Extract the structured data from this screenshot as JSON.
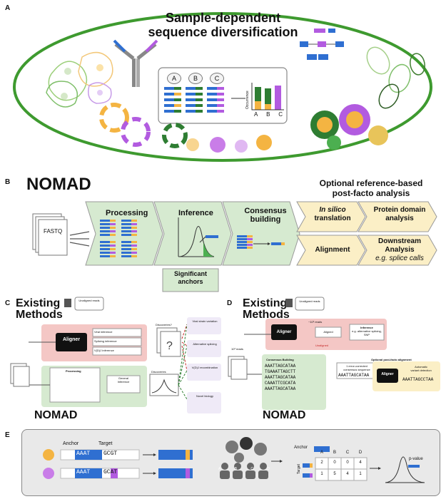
{
  "panelA": {
    "letter": "A",
    "title_line1": "Sample-dependent",
    "title_line2": "sequence diversification",
    "box_labels": [
      "A",
      "B",
      "C"
    ],
    "axis_label": "Occurrence",
    "bar_categories": [
      "A",
      "B",
      "C"
    ]
  },
  "panelB": {
    "letter": "B",
    "title": "NOMAD",
    "optional_title_line1": "Optional reference-based",
    "optional_title_line2": "post-facto analysis",
    "fastq": "FASTQ",
    "steps": [
      "Processing",
      "Inference",
      "Consensus",
      "building"
    ],
    "significant_line1": "Significant",
    "significant_line2": "anchors",
    "opt_insilico_em": "In silico",
    "opt_insilico_rest": "translation",
    "opt_protein_line1": "Protein domain",
    "opt_protein_line2": "analysis",
    "opt_alignment": "Alignment",
    "opt_downstream_line1": "Downstream",
    "opt_downstream_line2": "Analysis",
    "opt_downstream_line3": "e.g. splice calls"
  },
  "panelC": {
    "letter": "C",
    "existing_line1": "Existing",
    "existing_line2": "Methods",
    "unaligned": "Unaligned reads",
    "aligner": "Aligner",
    "inferences": [
      "Viral inference",
      "Splicing inference",
      "V(D)J inference"
    ],
    "discoveries_q": "Discoveries?",
    "processing": "Processing",
    "general_line1": "General",
    "general_line2": "Inference",
    "discoveries": "Discoveries",
    "nomad": "NOMAD",
    "outcomes": [
      "Viral strain variation",
      "Alternative splicing",
      "V(D)J recombination",
      "Novel biology"
    ]
  },
  "panelD": {
    "letter": "D",
    "existing_line1": "Existing",
    "existing_line2": "Methods",
    "unaligned": "Unaligned reads",
    "reads_top": "~10³ reads",
    "aligner": "Aligner",
    "aligned": "Aligned",
    "unaligned_red": "Unaligned",
    "inference_line1": "Inference",
    "inference_line2": "e.g. alternative splicing, SNP",
    "reads_left": "10³ reads",
    "consensus_building": "Consensus Building",
    "consensus_seqs": [
      "AAATTAGCATAA",
      "TGAAATTAGCTT",
      "AAATTAGCATAA",
      "CAAATTCGCATA",
      "AAATTAGCATAA"
    ],
    "error_corrected_line1": "1 error-corrected",
    "error_corrected_line2": "consensus sequence",
    "consensus_result": "AAATTAGCATAA",
    "optional_post": "Optional post-facto alignment",
    "aligner2": "Aligner",
    "auto_line1": "Automatic",
    "auto_line2": "variant detection",
    "result_seq": "AAATTAGCCTAA",
    "nomad": "NOMAD"
  },
  "panelE": {
    "letter": "E",
    "anchor_header": "Anchor",
    "target_header": "Target",
    "row1_anchor": "AAAT",
    "row1_target": "GCGT",
    "row2_anchor": "AAAT",
    "row2_target": "GCAT",
    "samples": [
      "A",
      "B",
      "C",
      "D"
    ],
    "table_anchor_label": "Anchor",
    "table_target_label": "Target",
    "table_columns": [
      "A",
      "B",
      "C",
      "D"
    ],
    "table_rows": [
      [
        "2",
        "0",
        "0",
        "4"
      ],
      [
        "1",
        "5",
        "4",
        "1"
      ]
    ],
    "pvalue": "p-value"
  },
  "colors": {
    "green_oval": "#3e9a2f",
    "panel_green": "#d6ead0",
    "panel_yellow": "#fbefc6",
    "panel_red": "#f4c7c5",
    "blue": "#2f6fd1",
    "dark_green": "#2e7d32",
    "purple": "#b25be0",
    "orange": "#f4b442",
    "panelE_bg": "#e9e9e9"
  }
}
